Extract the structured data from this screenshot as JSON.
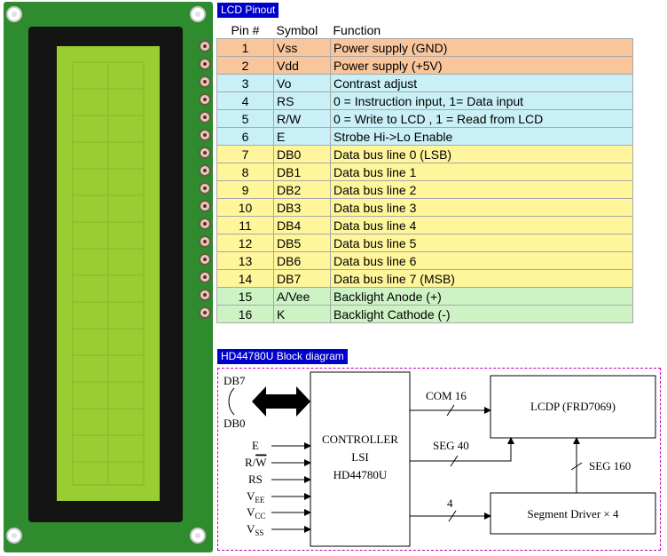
{
  "pinout": {
    "title": "LCD Pinout",
    "headers": [
      "Pin #",
      "Symbol",
      "Function"
    ],
    "rows": [
      {
        "pin": "1",
        "symbol": "Vss",
        "function": "Power supply (GND)",
        "color": "#f9c69b"
      },
      {
        "pin": "2",
        "symbol": "Vdd",
        "function": "Power supply (+5V)",
        "color": "#f9c69b"
      },
      {
        "pin": "3",
        "symbol": "Vo",
        "function": "Contrast adjust",
        "color": "#c8f0f6"
      },
      {
        "pin": "4",
        "symbol": "RS",
        "function": "0 = Instruction input, 1= Data input",
        "color": "#c8f0f6"
      },
      {
        "pin": "5",
        "symbol": "R/W",
        "function": "0 = Write to LCD , 1 = Read from LCD",
        "color": "#c8f0f6"
      },
      {
        "pin": "6",
        "symbol": "E",
        "function": "Strobe Hi->Lo Enable",
        "color": "#c8f0f6"
      },
      {
        "pin": "7",
        "symbol": "DB0",
        "function": "Data bus line 0 (LSB)",
        "color": "#fff59a"
      },
      {
        "pin": "8",
        "symbol": "DB1",
        "function": "Data bus line 1",
        "color": "#fff59a"
      },
      {
        "pin": "9",
        "symbol": "DB2",
        "function": "Data bus line 2",
        "color": "#fff59a"
      },
      {
        "pin": "10",
        "symbol": "DB3",
        "function": "Data bus line 3",
        "color": "#fff59a"
      },
      {
        "pin": "11",
        "symbol": "DB4",
        "function": "Data bus line 4",
        "color": "#fff59a"
      },
      {
        "pin": "12",
        "symbol": "DB5",
        "function": "Data bus line 5",
        "color": "#fff59a"
      },
      {
        "pin": "13",
        "symbol": "DB6",
        "function": "Data bus line 6",
        "color": "#fff59a"
      },
      {
        "pin": "14",
        "symbol": "DB7",
        "function": "Data bus line 7 (MSB)",
        "color": "#fff59a"
      },
      {
        "pin": "15",
        "symbol": "A/Vee",
        "function": "Backlight Anode (+)",
        "color": "#cdf3c4"
      },
      {
        "pin": "16",
        "symbol": "K",
        "function": "Backlight Cathode (-)",
        "color": "#cdf3c4"
      }
    ]
  },
  "block_diagram": {
    "title": "HD44780U Block diagram",
    "bus_top": "DB7",
    "bus_bottom": "DB0",
    "controller": [
      "CONTROLLER",
      "LSI",
      "HD44780U"
    ],
    "lcdp": "LCDP (FRD7069)",
    "segment_driver": "Segment Driver × 4",
    "com_label": "COM 16",
    "seg40_label": "SEG 40",
    "seg160_label": "SEG 160",
    "bus4_label": "4",
    "inputs": {
      "e": "E",
      "rw_r": "R/",
      "rw_w": "W",
      "rs": "RS",
      "vee_main": "V",
      "vee_sub": "EE",
      "vcc_main": "V",
      "vcc_sub": "CC",
      "vss_main": "V",
      "vss_sub": "SS"
    }
  },
  "colors": {
    "board": "#2e8b2e",
    "screen": "#9acd32",
    "tag_bg": "#0000cc",
    "frame_border": "#c000c0"
  }
}
